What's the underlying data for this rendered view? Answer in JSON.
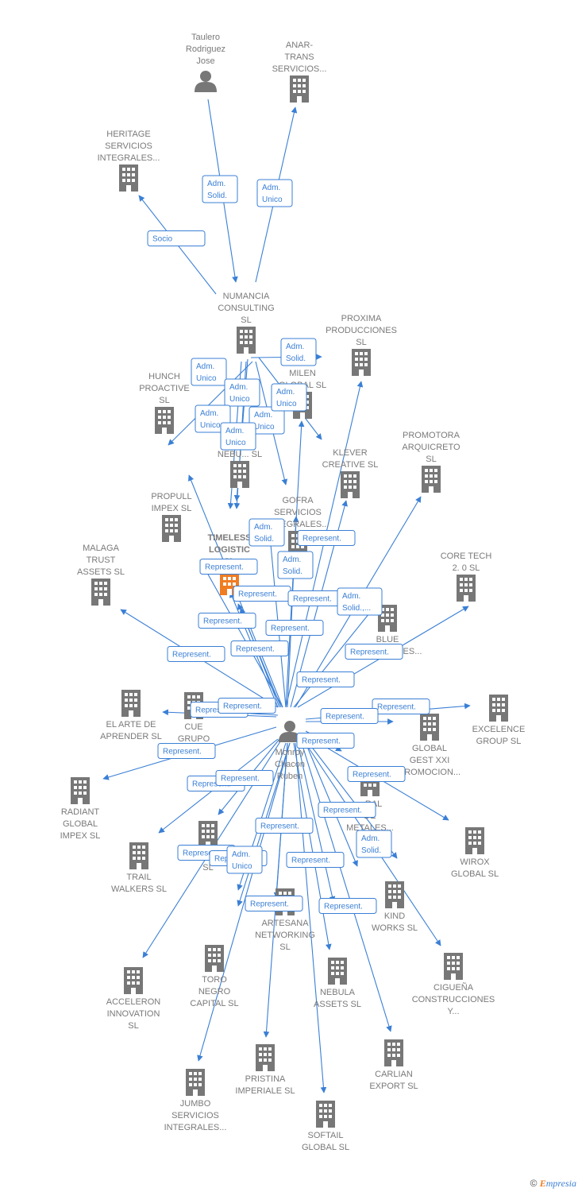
{
  "colors": {
    "edge": "#3a7fd5",
    "node": "#777777",
    "focus": "#f07c22",
    "text": "#7a7a7a"
  },
  "footer": {
    "copyright": "©",
    "brand_e": "E",
    "brand_rest": "mpresia"
  },
  "nodes": [
    {
      "id": "taulero",
      "type": "person",
      "lines": [
        "Taulero",
        "Rodriguez",
        "Jose"
      ]
    },
    {
      "id": "anar",
      "type": "company",
      "lines": [
        "ANAR-",
        "TRANS",
        "SERVICIOS..."
      ]
    },
    {
      "id": "heritage",
      "type": "company",
      "lines": [
        "HERITAGE",
        "SERVICIOS",
        "INTEGRALES..."
      ]
    },
    {
      "id": "numancia",
      "type": "company",
      "lines": [
        "NUMANCIA",
        "CONSULTING",
        "SL"
      ]
    },
    {
      "id": "proxima",
      "type": "company",
      "lines": [
        "PROXIMA",
        "PRODUCCIONES",
        "SL"
      ]
    },
    {
      "id": "hunch",
      "type": "company",
      "lines": [
        "HUNCH",
        "PROACTIVE",
        "SL"
      ]
    },
    {
      "id": "milen",
      "type": "company",
      "lines": [
        "MILEN",
        "GLOBAL  SL"
      ]
    },
    {
      "id": "nebu",
      "type": "company",
      "lines": [
        "NEBU...  SL"
      ]
    },
    {
      "id": "klever",
      "type": "company",
      "lines": [
        "KLEVER",
        "CREATIVE  SL"
      ]
    },
    {
      "id": "promotora",
      "type": "company",
      "lines": [
        "PROMOTORA",
        "ARQUICRETO",
        "SL"
      ]
    },
    {
      "id": "propull",
      "type": "company",
      "lines": [
        "PROPULL",
        "IMPEX  SL"
      ]
    },
    {
      "id": "gofra",
      "type": "company",
      "lines": [
        "GOFRA",
        "SERVICIOS",
        "INTEGRALES..."
      ]
    },
    {
      "id": "timeless",
      "type": "focus",
      "lines": [
        "TIMELESS",
        "LOGISTIC",
        "SL"
      ]
    },
    {
      "id": "malaga",
      "type": "company",
      "lines": [
        "MALAGA",
        "TRUST",
        "ASSETS  SL"
      ]
    },
    {
      "id": "coretech",
      "type": "company",
      "lines": [
        "CORE TECH",
        "2. 0  SL"
      ]
    },
    {
      "id": "blue",
      "type": "company",
      "lines": [
        "BLUE",
        "ENTERPRISES..."
      ]
    },
    {
      "id": "elarte",
      "type": "company",
      "lines": [
        "EL ARTE DE",
        "APRENDER  SL"
      ]
    },
    {
      "id": "cue",
      "type": "company",
      "lines": [
        "CUE",
        "GRUPO"
      ]
    },
    {
      "id": "monroy",
      "type": "person",
      "lines": [
        "Monroy",
        "Chacon",
        "Ruben"
      ]
    },
    {
      "id": "excelence",
      "type": "company",
      "lines": [
        "EXCELENCE",
        "GROUP  SL"
      ]
    },
    {
      "id": "globalgest",
      "type": "company",
      "lines": [
        "GLOBAL",
        "GEST XXI",
        "PROMOCION..."
      ]
    },
    {
      "id": "radiant",
      "type": "company",
      "lines": [
        "RADIANT",
        "GLOBAL",
        "IMPEX  SL"
      ]
    },
    {
      "id": "metales",
      "type": "company",
      "lines": [
        "...RAL",
        "DE",
        "METALES..."
      ]
    },
    {
      "id": "trail",
      "type": "company",
      "lines": [
        "TRAIL",
        "WALKERS  SL"
      ]
    },
    {
      "id": "rsl",
      "type": "company",
      "lines": [
        "R...",
        "SL"
      ]
    },
    {
      "id": "wirox",
      "type": "company",
      "lines": [
        "WIROX",
        "GLOBAL  SL"
      ]
    },
    {
      "id": "kind",
      "type": "company",
      "lines": [
        "KIND",
        "WORKS  SL"
      ]
    },
    {
      "id": "artesana",
      "type": "company",
      "lines": [
        "ARTESANA",
        "NETWORKING",
        "SL"
      ]
    },
    {
      "id": "cigüena",
      "type": "company",
      "lines": [
        "CIGUEÑA",
        "CONSTRUCCIONES",
        "Y..."
      ]
    },
    {
      "id": "acceleron",
      "type": "company",
      "lines": [
        "ACCELERON",
        "INNOVATION",
        "SL"
      ]
    },
    {
      "id": "toro",
      "type": "company",
      "lines": [
        "TORO",
        "NEGRO",
        "CAPITAL  SL"
      ]
    },
    {
      "id": "nebula",
      "type": "company",
      "lines": [
        "NEBULA",
        "ASSETS  SL"
      ]
    },
    {
      "id": "carlian",
      "type": "company",
      "lines": [
        "CARLIAN",
        "EXPORT SL"
      ]
    },
    {
      "id": "pristina",
      "type": "company",
      "lines": [
        "PRISTINA",
        "IMPERIALE  SL"
      ]
    },
    {
      "id": "jumbo",
      "type": "company",
      "lines": [
        "JUMBO",
        "SERVICIOS",
        "INTEGRALES..."
      ]
    },
    {
      "id": "softail",
      "type": "company",
      "lines": [
        "SOFTAIL",
        "GLOBAL  SL"
      ]
    }
  ],
  "edge_labels": [
    [
      "Adm.",
      "Solid."
    ],
    [
      "Adm.",
      "Unico"
    ],
    [
      "Socio"
    ],
    [
      "Adm.",
      "Solid."
    ],
    [
      "Adm.",
      "Unico"
    ],
    [
      "Adm.",
      "Unico"
    ],
    [
      "Adm.",
      "Unico"
    ],
    [
      "Adm.",
      "Unico"
    ],
    [
      "Adm.",
      "Unico"
    ],
    [
      "Adm.",
      "Unico"
    ],
    [
      "Adm.",
      "Solid."
    ],
    [
      "Represent."
    ],
    [
      "Adm.",
      "Solid."
    ],
    [
      "Represent."
    ],
    [
      "Represent."
    ],
    [
      "Represent."
    ],
    [
      "Adm.",
      "Solid.,..."
    ],
    [
      "Represent."
    ],
    [
      "Represent."
    ],
    [
      "Represent."
    ],
    [
      "Represent."
    ],
    [
      "Represent."
    ],
    [
      "Represent."
    ],
    [
      "Represent."
    ],
    [
      "Represent."
    ],
    [
      "Represent."
    ],
    [
      "Represent."
    ],
    [
      "Represent."
    ],
    [
      "Represent."
    ],
    [
      "Represent."
    ],
    [
      "Represent."
    ],
    [
      "Represent."
    ],
    [
      "Represent."
    ],
    [
      "Represent."
    ],
    [
      "Adm.",
      "Solid."
    ],
    [
      "Represent."
    ],
    [
      "Represent."
    ],
    [
      "Adm.",
      "Unico"
    ],
    [
      "Represent."
    ],
    [
      "Represent."
    ],
    [
      "Represent."
    ]
  ]
}
